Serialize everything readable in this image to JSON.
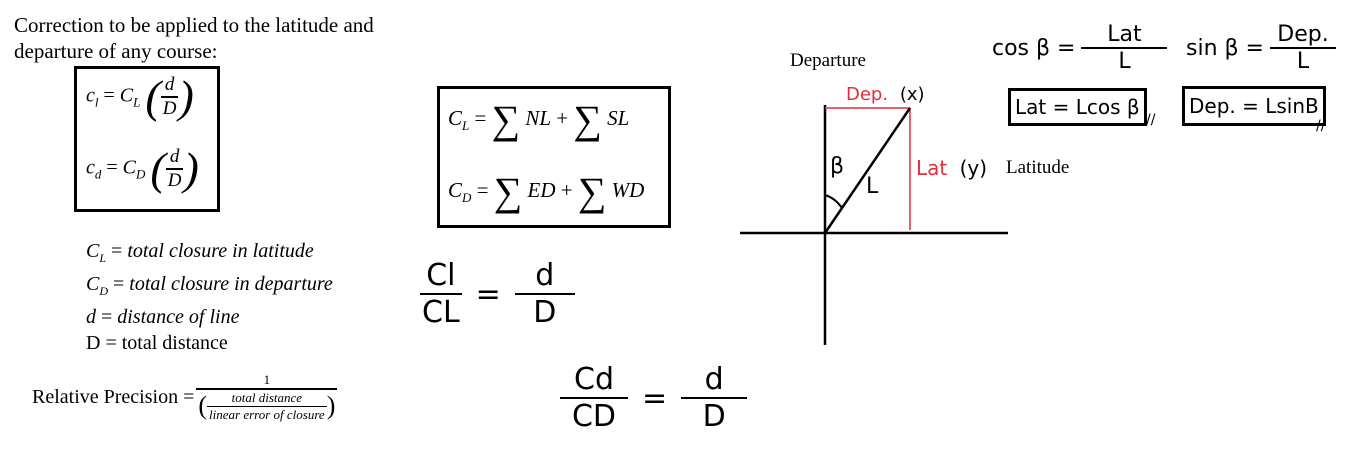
{
  "intro": {
    "line1": "Correction to be applied to the latitude and",
    "line2": "departure of any course:"
  },
  "box_left": {
    "eq1": {
      "lhs_var": "c",
      "lhs_sub": "l",
      "rhs_var": "C",
      "rhs_sub": "L",
      "num": "d",
      "den": "D"
    },
    "eq2": {
      "lhs_var": "c",
      "lhs_sub": "d",
      "rhs_var": "C",
      "rhs_sub": "D",
      "num": "d",
      "den": "D"
    }
  },
  "box_mid": {
    "eq1": {
      "lhs_var": "C",
      "lhs_sub": "L",
      "sum_a": "NL",
      "sum_b": "SL"
    },
    "eq2": {
      "lhs_var": "C",
      "lhs_sub": "D",
      "sum_a": "ED",
      "sum_b": "WD"
    }
  },
  "definitions": [
    {
      "var": "C",
      "sub": "L",
      "text": "total closure in latitude",
      "italic": true
    },
    {
      "var": "C",
      "sub": "D",
      "text": "total closure in departure",
      "italic": true
    },
    {
      "var": "d",
      "sub": "",
      "text": "distance of line",
      "italic": true
    },
    {
      "var": "D",
      "sub": "",
      "text": "total distance",
      "italic": false
    }
  ],
  "relative_precision": {
    "label": "Relative Precision =",
    "num": "1",
    "inner_num": "total distance",
    "inner_den": "linear error of closure"
  },
  "hand_ratio1": {
    "num": "Cl",
    "den": "CL",
    "eq": "=",
    "num2": "d",
    "den2": "D"
  },
  "hand_ratio2": {
    "num": "Cd",
    "den": "CD",
    "eq": "=",
    "num2": "d",
    "den2": "D"
  },
  "diagram": {
    "departure_label": "Departure",
    "latitude_label": "Latitude",
    "dep_x": "Dep.",
    "x_label": "(x)",
    "lat_y": "Lat",
    "y_label": "(y)",
    "beta": "β",
    "L": "L",
    "accent_color": "#e0303a"
  },
  "trig": {
    "cos_label": "cos β =",
    "cos_num": "Lat",
    "cos_den": "L",
    "cos_result": "Lat = Lcos β",
    "sin_label": "sin β =",
    "sin_num": "Dep.",
    "sin_den": "L",
    "sin_result": "Dep. = LsinB",
    "tick_mark": "//"
  }
}
